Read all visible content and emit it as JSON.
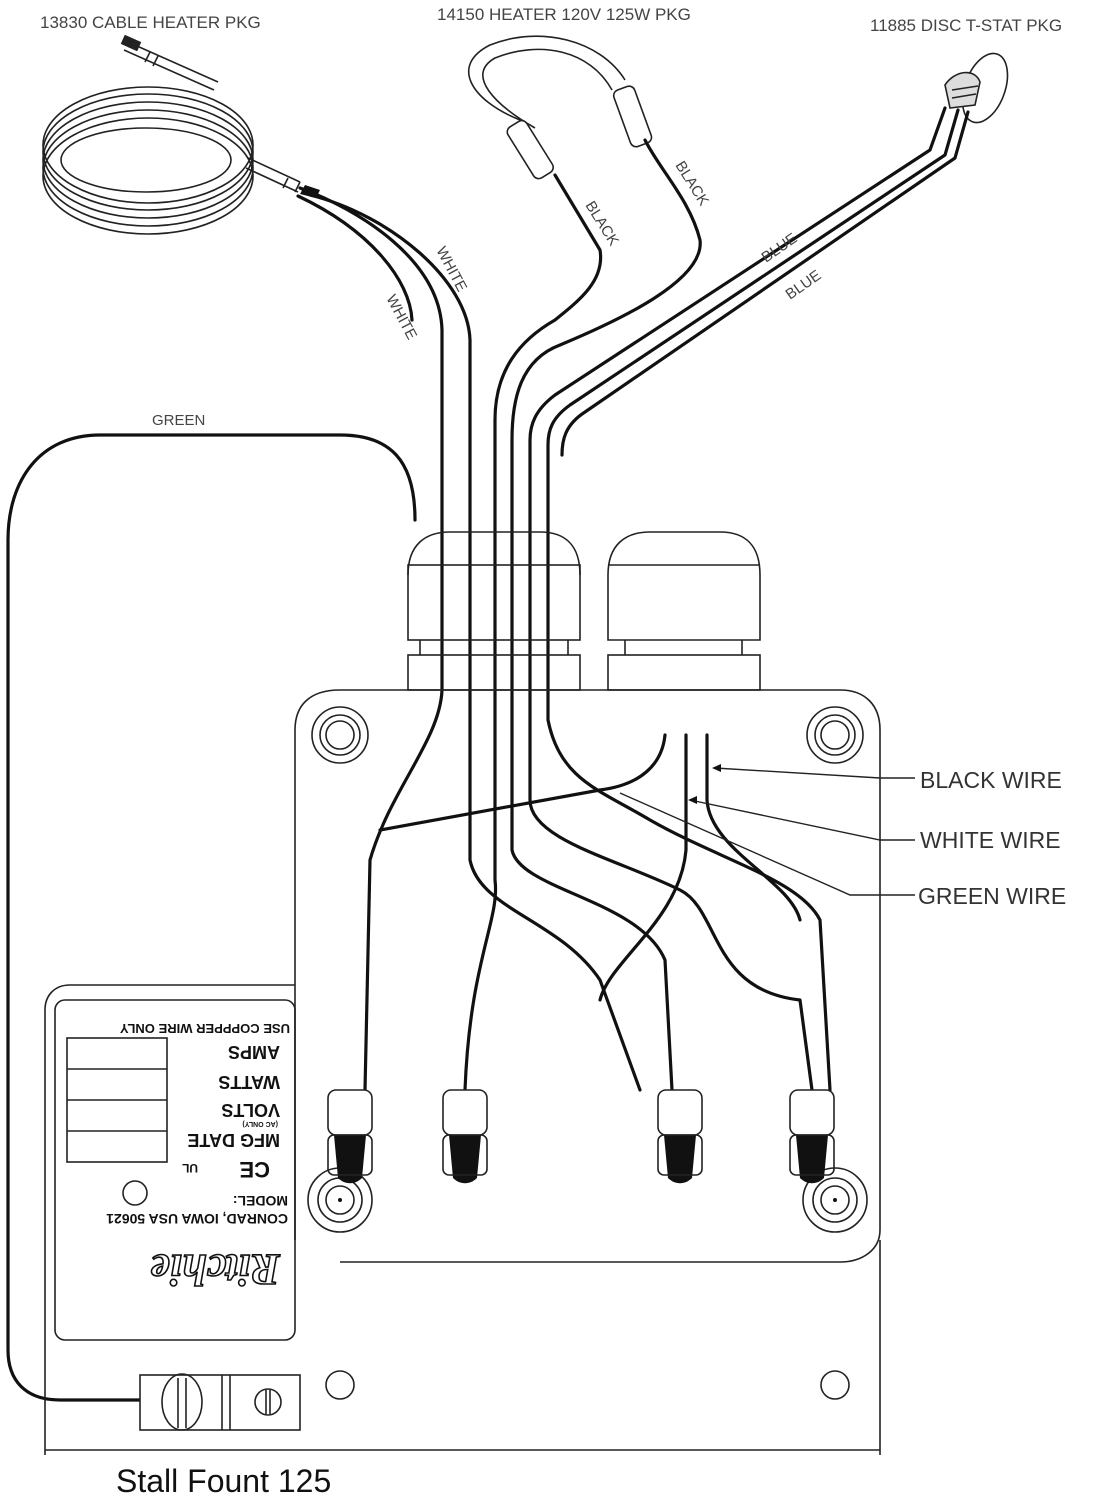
{
  "title": "Stall Fount 125",
  "components": {
    "cable_heater": "13830 CABLE HEATER PKG",
    "heater": "14150 HEATER 120V 125W PKG",
    "thermostat": "11885 DISC T-STAT PKG"
  },
  "wire_labels": {
    "white_1": "WHITE",
    "white_2": "WHITE",
    "black_1": "BLACK",
    "black_2": "BLACK",
    "blue_1": "BLUE",
    "blue_2": "BLUE",
    "green": "GREEN"
  },
  "callouts": {
    "black_wire": "BLACK WIRE",
    "white_wire": "WHITE WIRE",
    "green_wire": "GREEN WIRE"
  },
  "nameplate": {
    "notice": "USE COPPPER WIRE ONLY",
    "amps": "AMPS",
    "watts": "WATTS",
    "volts": "VOLTS",
    "volts_sub": "(AC ONLY)",
    "mfg_date": "MFG DATE",
    "ce_mark": "CE",
    "ul_mark": "UL",
    "model": "MODEL:",
    "address": "CONRAD, IOWA USA 50621",
    "brand": "Ritchie"
  }
}
